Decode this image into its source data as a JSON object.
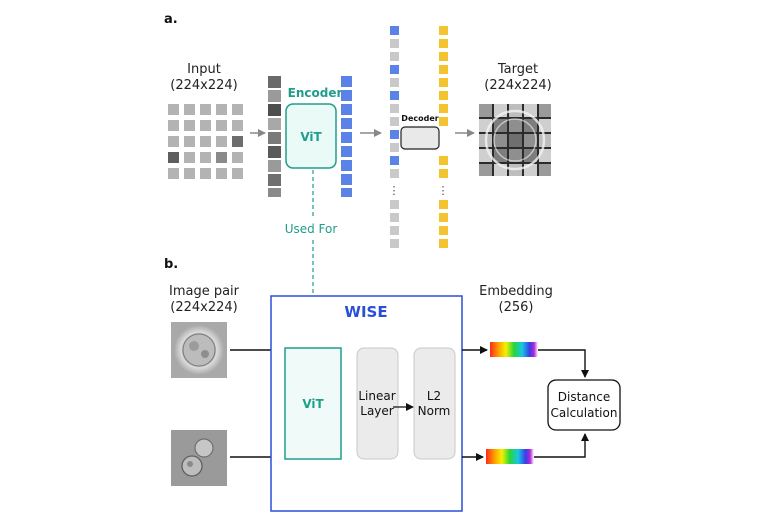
{
  "panel_a": {
    "label": "a.",
    "input_title": "Input",
    "input_size": "(224x224)",
    "encoder_title": "Encoder",
    "encoder_block": "ViT",
    "decoder_title": "Decoder",
    "ellipsis": "⋮",
    "target_title": "Target",
    "target_size": "(224x224)",
    "used_for": "Used For"
  },
  "panel_b": {
    "label": "b.",
    "pair_title": "Image pair",
    "pair_size": "(224x224)",
    "wise_title": "WISE",
    "vit_block": "ViT",
    "linear_line1": "Linear",
    "linear_line2": "Layer",
    "norm_line1": "L2",
    "norm_line2": "Norm",
    "embedding_title": "Embedding",
    "embedding_size": "(256)",
    "distance_line1": "Distance",
    "distance_line2": "Calculation"
  },
  "colors": {
    "teal": "#1f9e8c",
    "blue_frame": "#2a4fd6",
    "token_blue": "#5b82e6",
    "token_yellow": "#f4c430",
    "token_gray": "#c9c9c9",
    "patch_gray": "#b0b0b0"
  }
}
